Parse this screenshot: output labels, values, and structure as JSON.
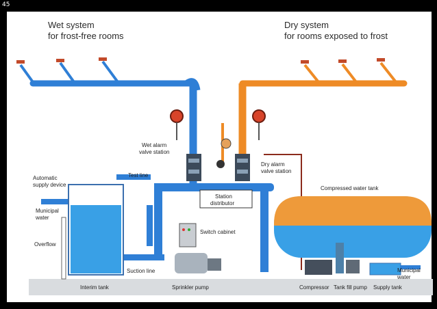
{
  "slide_number": "45",
  "headings": {
    "wet_line1": "Wet system",
    "wet_line2": "for frost-free rooms",
    "dry_line1": "Dry system",
    "dry_line2": "for rooms exposed to frost"
  },
  "labels": {
    "wet_alarm_1": "Wet alarm",
    "wet_alarm_2": "valve station",
    "dry_alarm_1": "Dry alarm",
    "dry_alarm_2": "valve station",
    "test_line": "Test line",
    "auto_supply_1": "Automatic",
    "auto_supply_2": "supply device",
    "municipal_left_1": "Municipal",
    "municipal_left_2": "water",
    "overflow": "Overflow",
    "station_dist_1": "Station",
    "station_dist_2": "distributor",
    "compressed_tank": "Compressed water tank",
    "switch_cabinet": "Switch cabinet",
    "suction_line": "Suction line",
    "municipal_right_1": "Municipal",
    "municipal_right_2": "water",
    "interim_tank": "Interim tank",
    "sprinkler_pump": "Sprinkler pump",
    "compressor": "Compressor",
    "tank_fill_pump": "Tank fill pump",
    "supply_tank": "Supply tank"
  },
  "colors": {
    "wet": "#2f7fd6",
    "dry": "#ee8b26",
    "water": "#39a0e6",
    "pipe_dark": "#1c3f70",
    "background": "#ffffff"
  }
}
